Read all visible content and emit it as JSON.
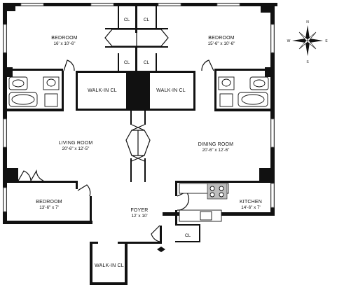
{
  "rooms": {
    "bedroom_left": {
      "name": "BEDROOM",
      "size": "16' x 10'-6\""
    },
    "bedroom_right": {
      "name": "BEDROOM",
      "size": "15'-6\" x 10'-6\""
    },
    "walkin_left": {
      "name": "WALK-IN CL"
    },
    "walkin_right": {
      "name": "WALK-IN CL"
    },
    "living": {
      "name": "LIVING ROOM",
      "size": "20'-6\" x 12'-5\""
    },
    "dining": {
      "name": "DINING ROOM",
      "size": "20'-6\" x 12'-6\""
    },
    "bedroom_small": {
      "name": "BEDROOM",
      "size": "13'-6\" x 7'"
    },
    "foyer": {
      "name": "FOYER",
      "size": "12' x 10'"
    },
    "kitchen": {
      "name": "KITCHEN",
      "size": "14'-6\" x 7'"
    },
    "walkin_bottom": {
      "name": "WALK-IN CL"
    }
  },
  "closets": {
    "top_a": "CL",
    "top_b": "CL",
    "mid_a": "CL",
    "mid_b": "CL",
    "foyer": "CL"
  },
  "compass": {
    "n": "N",
    "s": "S",
    "e": "E",
    "w": "W"
  },
  "colors": {
    "wall": "#111111",
    "fixture": "#ffffff",
    "counter": "#bdbdbd"
  }
}
